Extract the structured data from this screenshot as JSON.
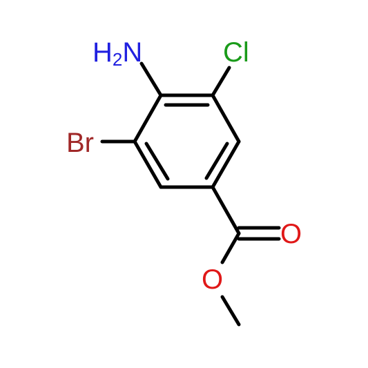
{
  "molecule": {
    "atoms": {
      "amine": {
        "symbol": "H",
        "subscript": "2",
        "symbol2": "N",
        "color": "#2020e0"
      },
      "chlorine": {
        "symbol": "Cl",
        "color": "#1a9b1a"
      },
      "bromine": {
        "symbol": "Br",
        "color": "#a02828"
      },
      "carbonyl_oxygen": {
        "symbol": "O",
        "color": "#e01818"
      },
      "ester_oxygen": {
        "symbol": "O",
        "color": "#e01818"
      }
    },
    "bond_color": "#000000"
  }
}
